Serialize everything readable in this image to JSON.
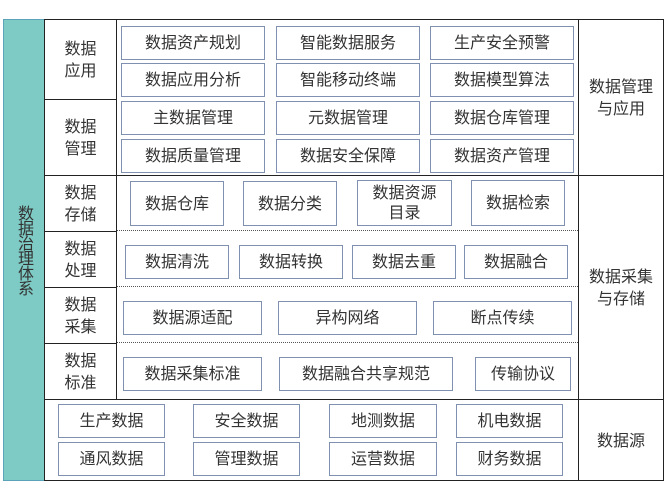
{
  "left_label": "数据治理体系",
  "sections": {
    "application": {
      "label": "数据应用",
      "items": [
        "数据资产规划",
        "智能数据服务",
        "生产安全预警",
        "数据应用分析",
        "智能移动终端",
        "数据模型算法"
      ]
    },
    "management": {
      "label": "数据管理",
      "items": [
        "主数据管理",
        "元数据管理",
        "数据仓库管理",
        "数据质量管理",
        "数据安全保障",
        "数据资产管理"
      ]
    },
    "storage": {
      "label": "数据存储",
      "items": [
        "数据仓库",
        "数据分类",
        "数据资源目录",
        "数据检索"
      ]
    },
    "processing": {
      "label": "数据处理",
      "items": [
        "数据清洗",
        "数据转换",
        "数据去重",
        "数据融合"
      ]
    },
    "collection": {
      "label": "数据采集",
      "items": [
        "数据源适配",
        "异构网络",
        "断点传续"
      ]
    },
    "standard": {
      "label": "数据标准",
      "items": [
        "数据采集标准",
        "数据融合共享规范",
        "传输协议"
      ]
    },
    "sources": {
      "items": [
        "生产数据",
        "安全数据",
        "地测数据",
        "机电数据",
        "通风数据",
        "管理数据",
        "运营数据",
        "财务数据"
      ]
    }
  },
  "right_labels": {
    "top": "数据管理与应用",
    "middle": "数据采集与存储",
    "bottom": "数据源"
  },
  "colors": {
    "teal": "#7ecac4",
    "box_border": "#8090b0"
  }
}
